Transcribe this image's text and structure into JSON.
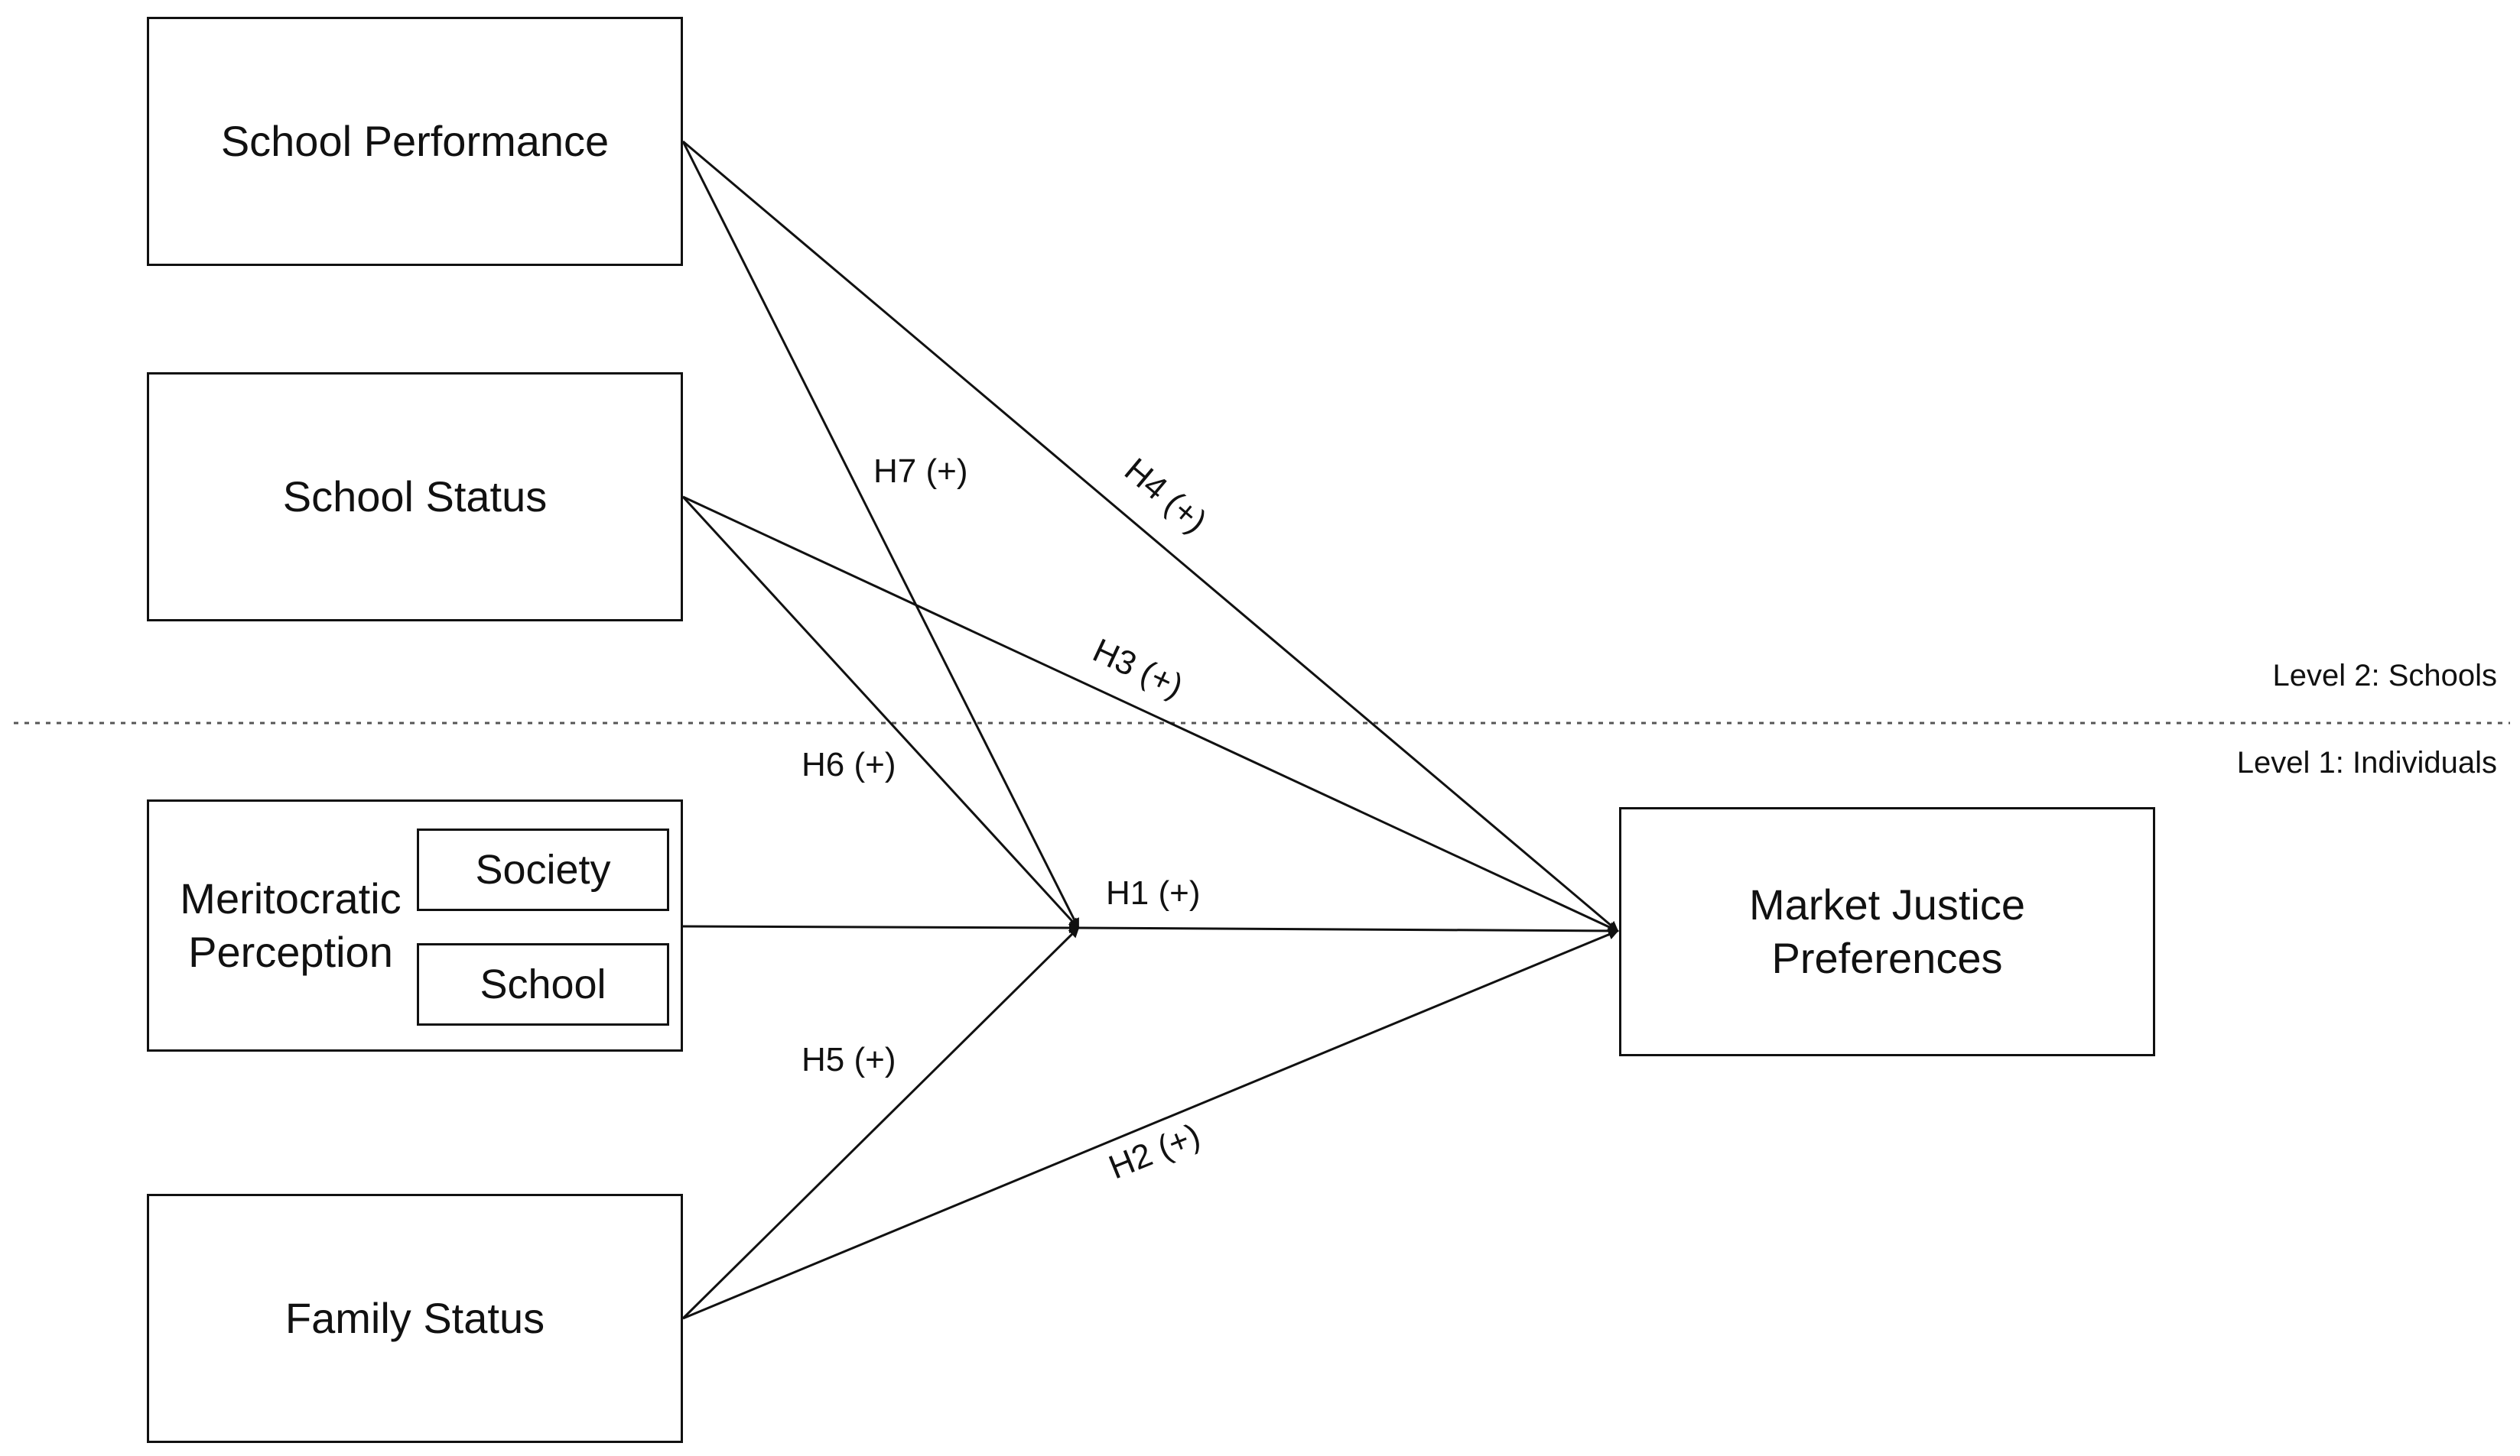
{
  "nodes": {
    "school_performance": "School Performance",
    "school_status": "School Status",
    "meritocratic_perception": "Meritocratic\nPerception",
    "society": "Society",
    "school": "School",
    "family_status": "Family Status",
    "market_justice": "Market Justice\nPreferences"
  },
  "paths": {
    "h1": "H1 (+)",
    "h2": "H2 (+)",
    "h3": "H3 (+)",
    "h4": "H4 (+)",
    "h5": "H5 (+)",
    "h6": "H6 (+)",
    "h7": "H7 (+)"
  },
  "levels": {
    "level2": "Level 2: Schools",
    "level1": "Level 1: Individuals"
  },
  "colors": {
    "line": "#111111",
    "divider": "#555555"
  }
}
